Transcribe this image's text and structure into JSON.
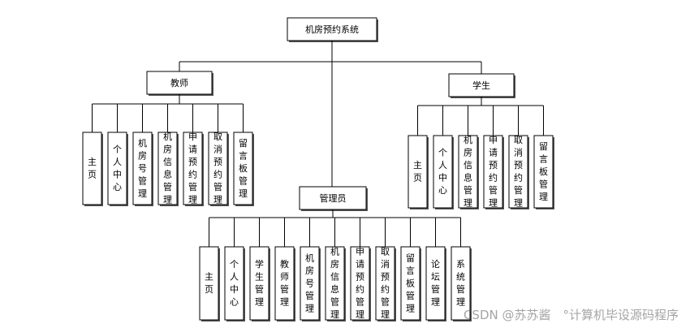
{
  "diagram": {
    "root": {
      "label": "机房预约系统"
    },
    "roles": [
      {
        "id": "teacher",
        "label": "教师",
        "children": [
          "主页",
          "个人中心",
          "机房号管理",
          "机房信息管理",
          "申请预约管理",
          "取消预约管理",
          "留言板管理"
        ]
      },
      {
        "id": "admin",
        "label": "管理员",
        "children": [
          "主页",
          "个人中心",
          "学生管理",
          "教师管理",
          "机房号管理",
          "机房信息管理",
          "申请预约管理",
          "取消预约管理",
          "留言板管理",
          "论坛管理",
          "系统管理"
        ]
      },
      {
        "id": "student",
        "label": "学生",
        "children": [
          "主页",
          "个人中心",
          "机房信息管理",
          "申请预约管理",
          "取消预约管理",
          "留言板管理"
        ]
      }
    ]
  },
  "watermark": "CSDN @苏苏酱　°计算机毕设源码程序"
}
